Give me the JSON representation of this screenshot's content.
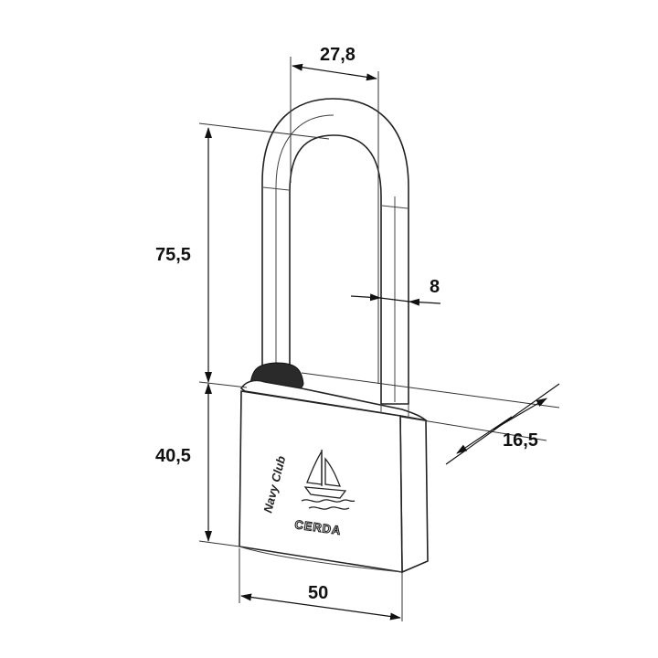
{
  "dimensions": {
    "shackle_width": "27,8",
    "shackle_height": "75,5",
    "shackle_diameter": "8",
    "depth": "16,5",
    "body_height": "40,5",
    "body_width": "50"
  },
  "engraving": {
    "brand_line": "Navy Club",
    "logo": "CERDA",
    "emblem": "sailboat-icon"
  },
  "colors": {
    "line": "#222222",
    "shackle_collar": "#2a2a2a"
  }
}
